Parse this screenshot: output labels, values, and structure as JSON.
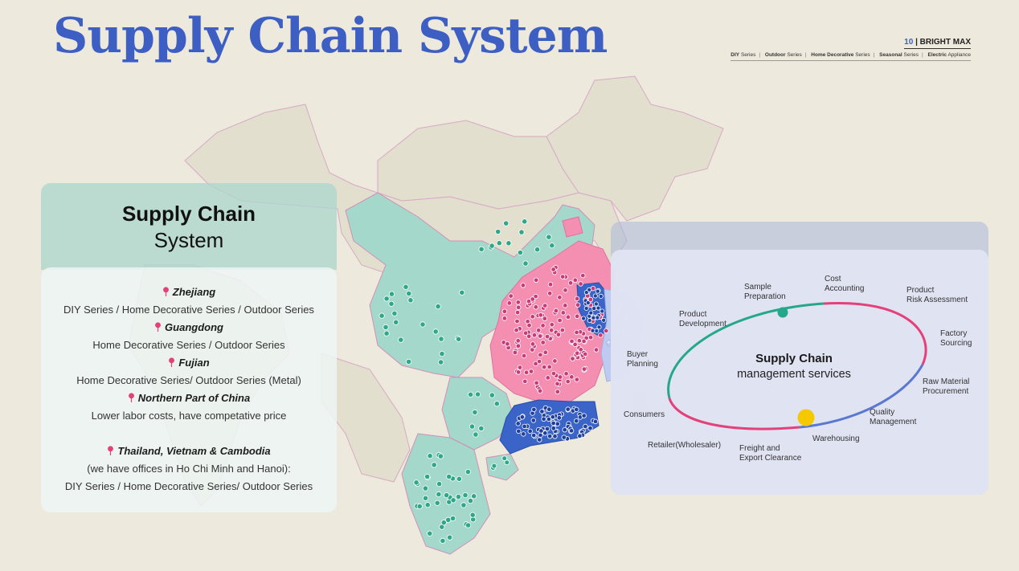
{
  "title": "Supply Chain System",
  "brand": {
    "page_number": "10",
    "separator": "|",
    "name": "BRIGHT MAX",
    "series_tags": [
      {
        "bold": "DIY",
        "normal": "Series"
      },
      {
        "bold": "Outdoor",
        "normal": "Series"
      },
      {
        "bold": "Home Decorative",
        "normal": "Series"
      },
      {
        "bold": "Seasonal",
        "normal": "Series"
      },
      {
        "bold": "Electric",
        "normal": "Appliance"
      }
    ]
  },
  "left_panel": {
    "title": "Supply Chain",
    "subtitle": "System",
    "regions": [
      {
        "name": "Zhejiang",
        "lines": [
          "DIY Series /  Home Decorative Series / Outdoor Series"
        ]
      },
      {
        "name": "Guangdong",
        "lines": [
          "Home Decorative Series / Outdoor Series"
        ]
      },
      {
        "name": "Fujian",
        "lines": [
          "Home Decorative Series/ Outdoor Series (Metal)"
        ]
      },
      {
        "name": "Northern Part of China",
        "lines": [
          "Lower labor costs, have competative price"
        ]
      },
      {
        "name": "Thailand, Vietnam & Cambodia",
        "lines": [
          "(we have offices in Ho Chi Minh and Hanoi):",
          "DIY Series / Home Decorative Series/ Outdoor Series"
        ]
      }
    ]
  },
  "service_cycle": {
    "center_title": "Supply Chain",
    "center_subtitle": "management services",
    "stages": {
      "sample_preparation": "Sample Preparation",
      "cost_accounting": "Cost Accounting",
      "product_risk_assessment": "Product Risk Assessment",
      "product_development": "Product Development",
      "factory_sourcing": "Factory Sourcing",
      "buyer_planning": "Buyer Planning",
      "raw_material_procurement": "Raw Material Procurement",
      "consumers": "Consumers",
      "quality_management": "Quality Management",
      "warehousing": "Warehousing",
      "retailer": "Retailer(Wholesaler)",
      "freight_export": "Freight and Export Clearance"
    }
  },
  "colors": {
    "title_blue": "#3d5fc4",
    "teal_region": "#9fd6c8",
    "teal_pin": "#2fa88a",
    "pink_region": "#f48fb1",
    "pink_pin": "#c93a78",
    "blue_region": "#3a64c8",
    "blue_pin": "#1f3f9c",
    "light_blue_region": "#b9c8ee",
    "cycle_teal": "#25a78a",
    "cycle_pink": "#e4407a",
    "cycle_blue": "#5a78d0",
    "sun_yellow": "#f5c800"
  }
}
